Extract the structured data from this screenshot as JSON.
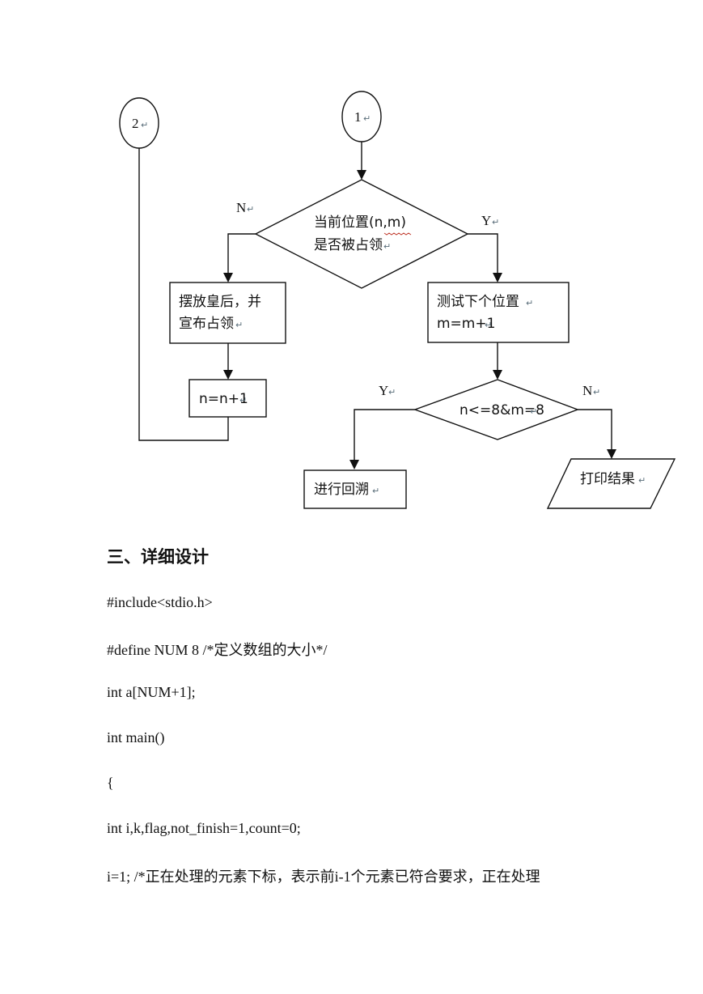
{
  "flowchart": {
    "connector_1": "1",
    "connector_2": "2",
    "decision_1": {
      "line1": "当前位置(n,m)",
      "line2": "是否被占领"
    },
    "yes_label": "Y",
    "no_label": "N",
    "place_queen": {
      "line1": "摆放皇后，并",
      "line2": "宣布占领"
    },
    "increment_n": "n=n+1",
    "test_next": {
      "line1": "测试下个位置",
      "line2": "m=m+1"
    },
    "decision_2": "n<=8&m=8",
    "backtrack": "进行回溯",
    "print_result": "打印结果",
    "para_mark": "↵"
  },
  "section": {
    "heading": "三、详细设计"
  },
  "code": [
    "#include<stdio.h>",
    "#define NUM 8 /*定义数组的大小*/",
    "int a[NUM+1];",
    "int main()",
    "{",
    "int i,k,flag,not_finish=1,count=0;",
    "i=1; /*正在处理的元素下标，表示前i-1个元素已符合要求，正在处理"
  ]
}
